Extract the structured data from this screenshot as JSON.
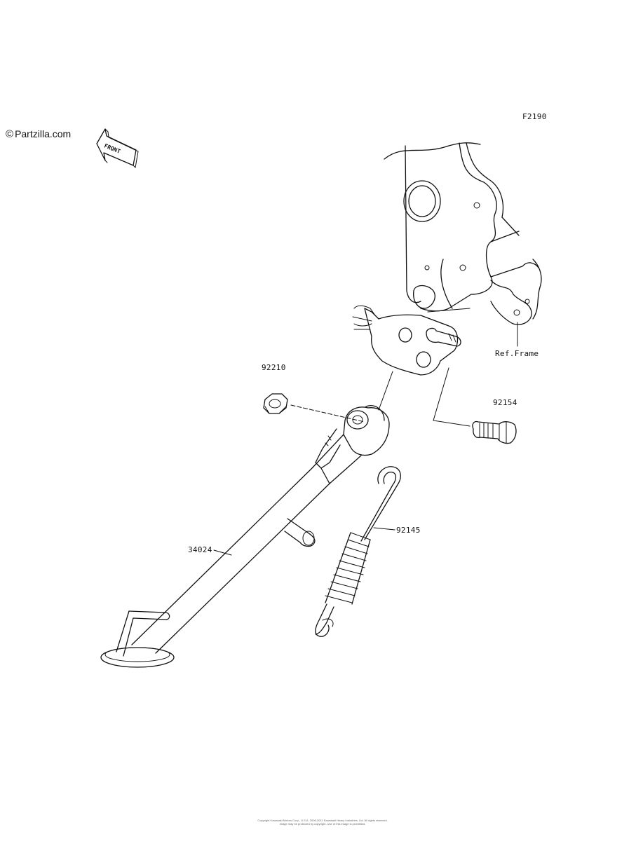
{
  "diagram_code": "F2190",
  "watermark": {
    "symbol": "©",
    "text": "Partzilla.com"
  },
  "front_arrow": {
    "text": "FRONT",
    "icon": "front-arrow-icon"
  },
  "callouts": [
    {
      "id": "nut",
      "part_number": "92210"
    },
    {
      "id": "bolt",
      "part_number": "92154"
    },
    {
      "id": "spring",
      "part_number": "92145"
    },
    {
      "id": "stand",
      "part_number": "34024"
    },
    {
      "id": "frame",
      "part_number": "Ref.Frame"
    }
  ],
  "footer": {
    "line1": "Copyright Kawasaki Motors Corp., U.S.A. 2006-2011 Kawasaki Heavy Industries, Ltd. All rights reserved.",
    "line2": "Image may be protected by copyright. Use of this image is prohibited."
  }
}
